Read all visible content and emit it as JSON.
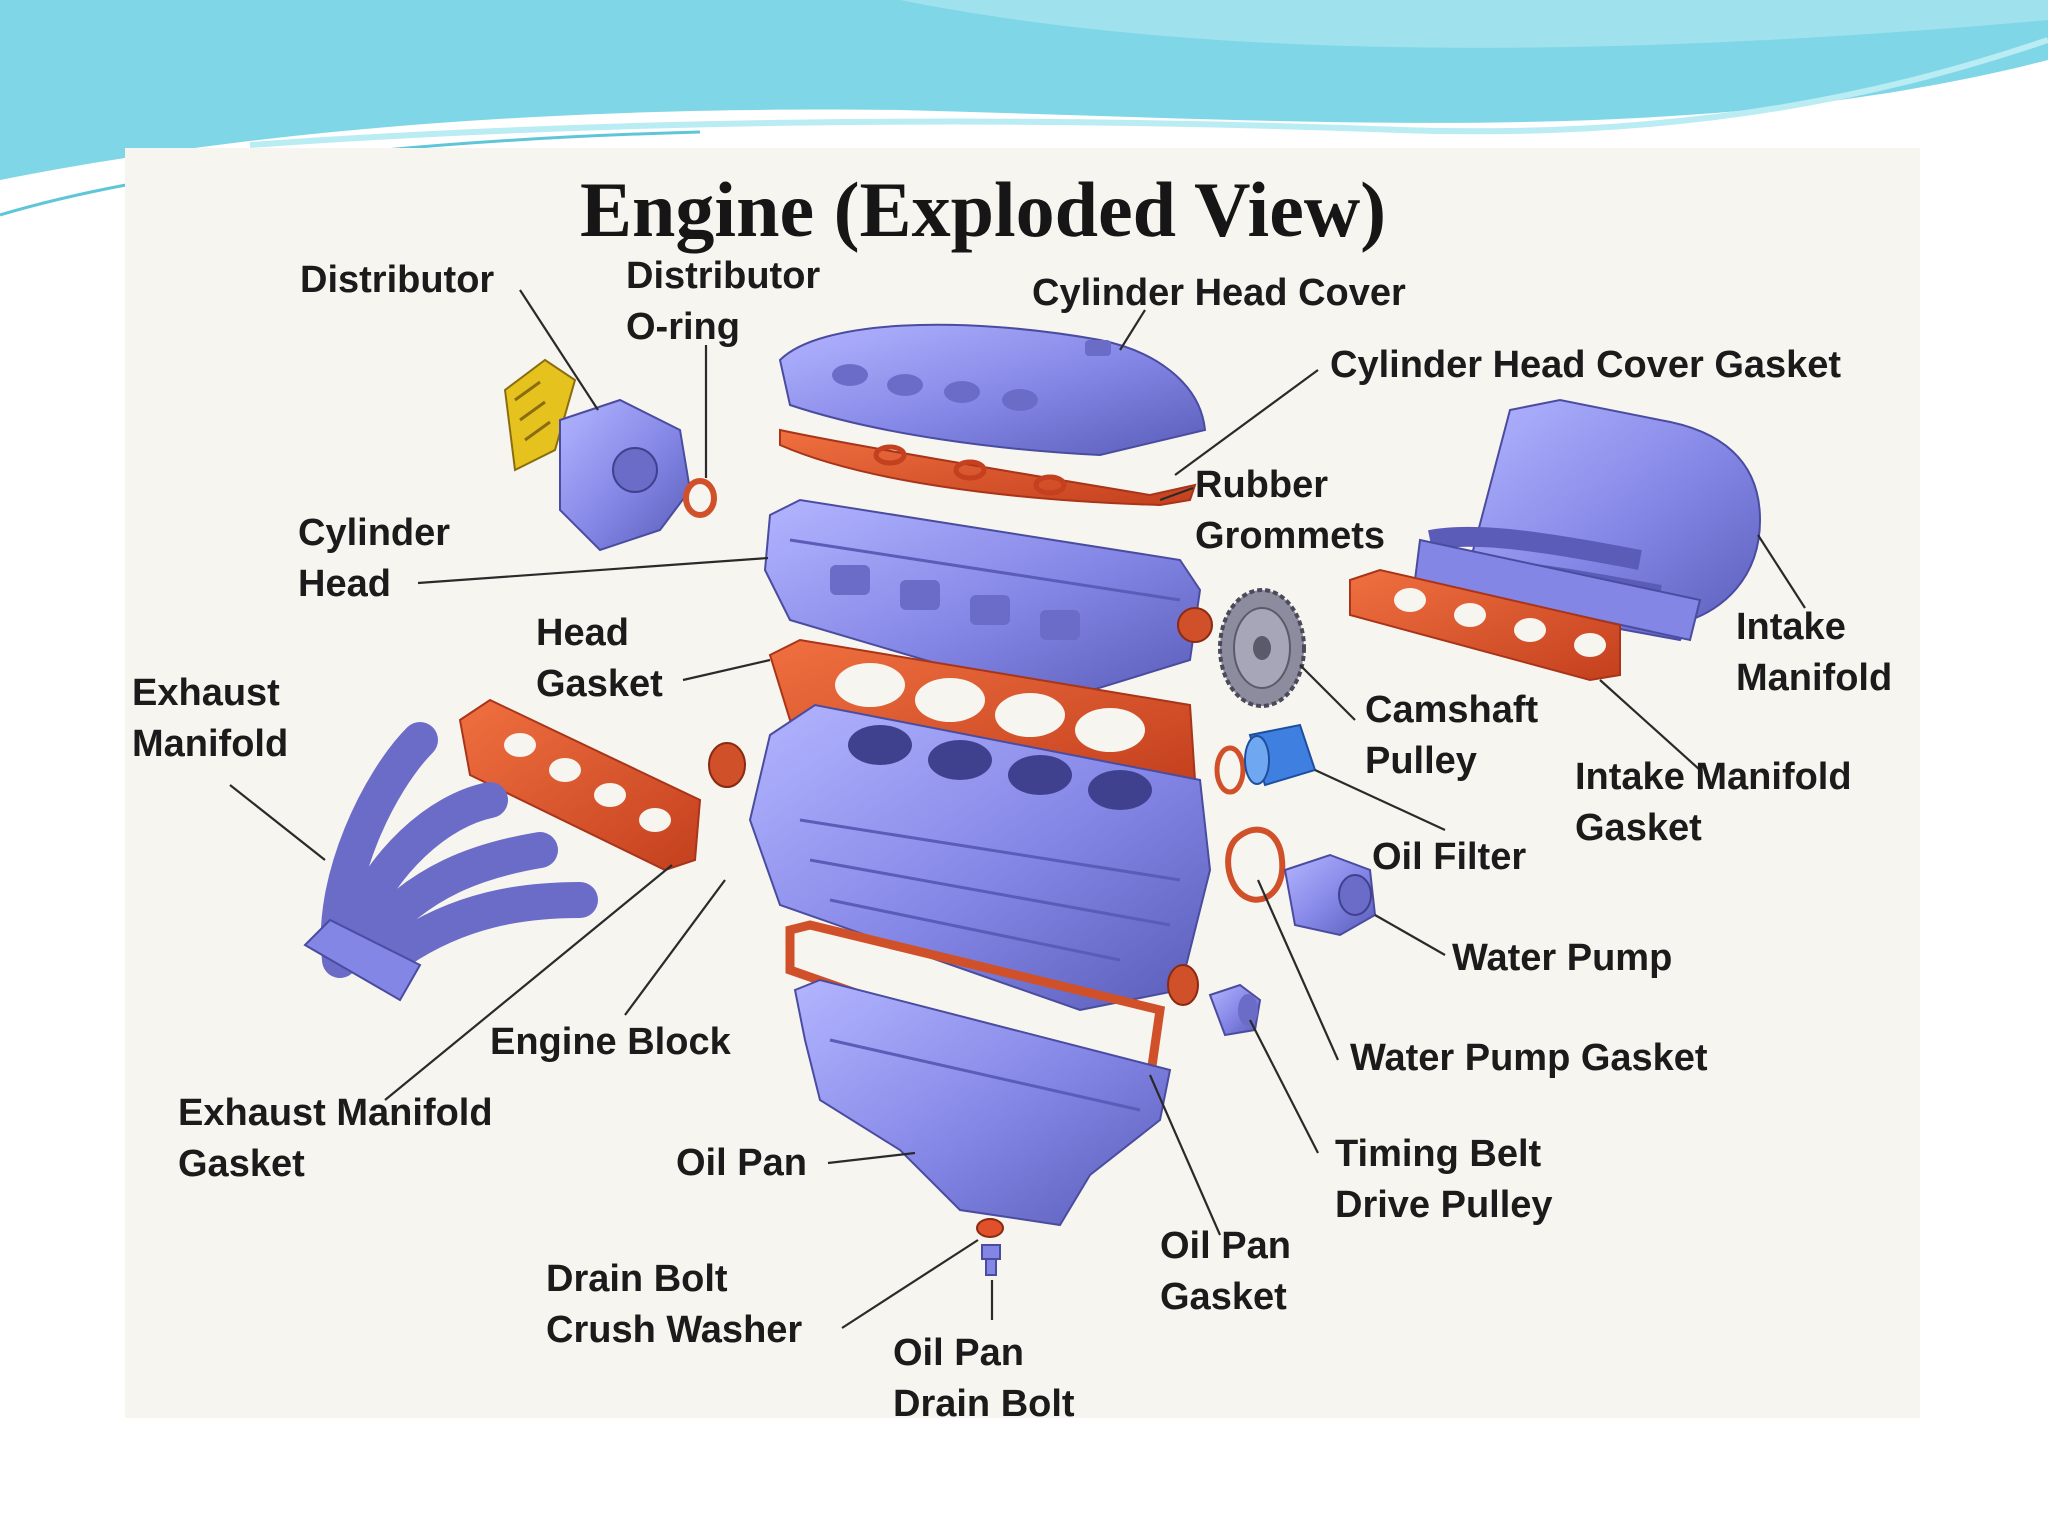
{
  "title": "Engine (Exploded View)",
  "colors": {
    "part_fill": "#8486e6",
    "part_dark": "#5a5cb8",
    "gasket": "#e0502a",
    "gasket_dark": "#a8341a",
    "distributor_yellow": "#e6c21e",
    "oil_filter_blue": "#3f7fe0",
    "slide_wave_teal": "#6fd3e4",
    "figure_background": "#f7f5ef"
  },
  "labels": {
    "distributor": [
      "Distributor"
    ],
    "distributor_o_ring": [
      "Distributor",
      "O-ring"
    ],
    "cylinder_head_cover": [
      "Cylinder Head Cover"
    ],
    "cylinder_head_cover_gasket": [
      "Cylinder Head Cover Gasket"
    ],
    "rubber_grommets": [
      "Rubber",
      "Grommets"
    ],
    "cylinder_head": [
      "Cylinder",
      "Head"
    ],
    "head_gasket": [
      "Head",
      "Gasket"
    ],
    "exhaust_manifold": [
      "Exhaust",
      "Manifold"
    ],
    "intake_manifold": [
      "Intake",
      "Manifold"
    ],
    "camshaft_pulley": [
      "Camshaft",
      "Pulley"
    ],
    "intake_manifold_gasket": [
      "Intake Manifold",
      "Gasket"
    ],
    "oil_filter": [
      "Oil Filter"
    ],
    "water_pump": [
      "Water Pump"
    ],
    "engine_block": [
      "Engine Block"
    ],
    "water_pump_gasket": [
      "Water Pump Gasket"
    ],
    "exhaust_manifold_gasket": [
      "Exhaust Manifold",
      "Gasket"
    ],
    "oil_pan": [
      "Oil Pan"
    ],
    "timing_belt_drive_pulley": [
      "Timing Belt",
      "Drive Pulley"
    ],
    "oil_pan_gasket": [
      "Oil Pan",
      "Gasket"
    ],
    "drain_bolt_crush_washer": [
      "Drain Bolt",
      "Crush Washer"
    ],
    "oil_pan_drain_bolt": [
      "Oil Pan",
      "Drain Bolt"
    ]
  }
}
